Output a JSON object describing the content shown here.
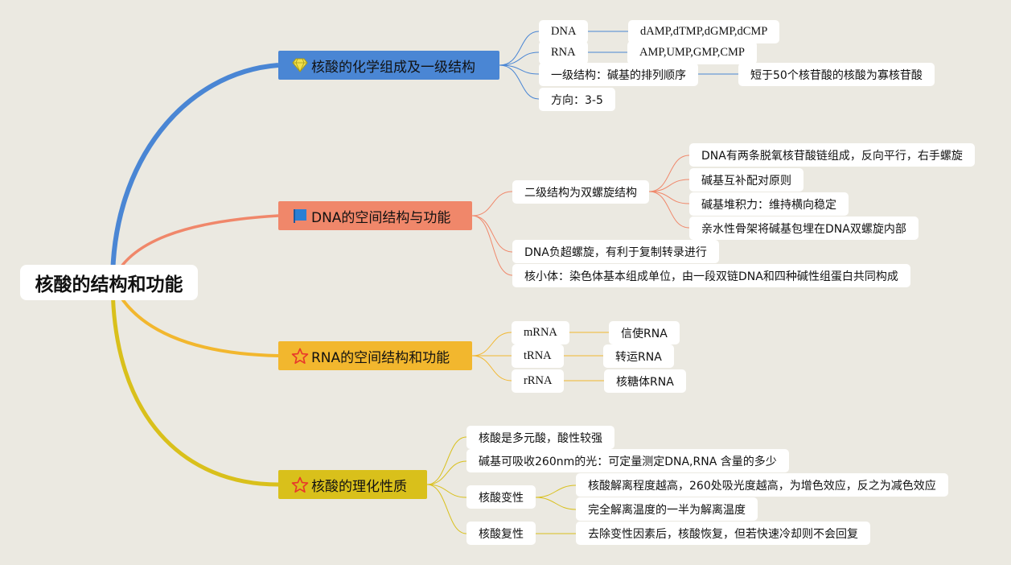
{
  "root": {
    "label": "核酸的结构和功能"
  },
  "branches": [
    {
      "label": "核酸的化学组成及一级结构",
      "icon": "diamond-icon",
      "color": "#4a86d4",
      "children": [
        {
          "label": "DNA",
          "detail": "dAMP,dTMP,dGMP,dCMP"
        },
        {
          "label": "RNA",
          "detail": "AMP,UMP,GMP,CMP"
        },
        {
          "label": "一级结构：碱基的排列顺序",
          "detail": "短于50个核苷酸的核酸为寡核苷酸"
        },
        {
          "label": "方向：3-5"
        }
      ]
    },
    {
      "label": "DNA的空间结构与功能",
      "icon": "flag-icon",
      "color": "#f0876a",
      "children": [
        {
          "label": "二级结构为双螺旋结构",
          "details": [
            "DNA有两条脱氧核苷酸链组成，反向平行，右手螺旋",
            "碱基互补配对原则",
            "碱基堆积力：维持横向稳定",
            "亲水性骨架将碱基包埋在DNA双螺旋内部"
          ]
        },
        {
          "label": "DNA负超螺旋，有利于复制转录进行"
        },
        {
          "label": "核小体：染色体基本组成单位，由一段双链DNA和四种碱性组蛋白共同构成"
        }
      ]
    },
    {
      "label": "RNA的空间结构和功能",
      "icon": "star-icon",
      "color": "#f2b72e",
      "children": [
        {
          "label": "mRNA",
          "detail": "信使RNA"
        },
        {
          "label": "tRNA",
          "detail": "转运RNA"
        },
        {
          "label": "rRNA",
          "detail": "核糖体RNA"
        }
      ]
    },
    {
      "label": "核酸的理化性质",
      "icon": "star-icon",
      "color": "#d9c01b",
      "children": [
        {
          "label": "核酸是多元酸，酸性较强"
        },
        {
          "label": "碱基可吸收260nm的光：可定量测定DNA,RNA 含量的多少"
        },
        {
          "label": "核酸变性",
          "details": [
            "核酸解离程度越高，260处吸光度越高，为增色效应，反之为减色效应",
            "完全解离温度的一半为解离温度"
          ]
        },
        {
          "label": "核酸复性",
          "detail": "去除变性因素后，核酸恢复，但若快速冷却则不会回复"
        }
      ]
    }
  ]
}
